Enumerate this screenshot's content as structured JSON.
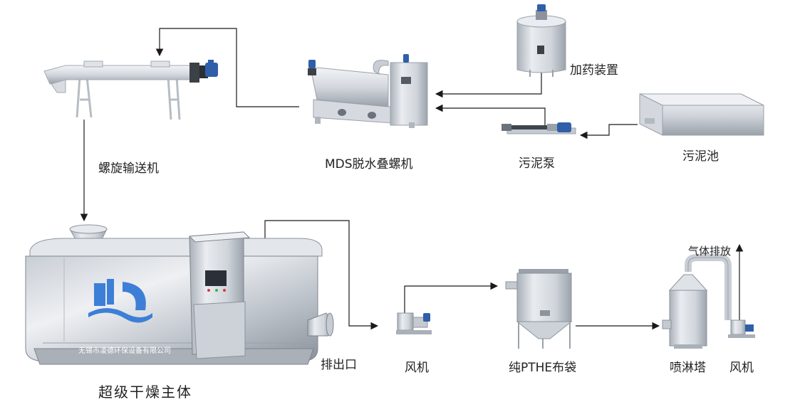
{
  "labels": {
    "dosing_device": "加药装置",
    "sludge_tank": "污泥池",
    "sludge_pump": "污泥泵",
    "mds_dewatering": "MDS脱水叠螺机",
    "screw_conveyor": "螺旋输送机",
    "dryer_main_body": "超级干燥主体",
    "discharge_port": "排出口",
    "fan_1": "风机",
    "bag_filter": "纯PTHE布袋",
    "spray_tower": "喷淋塔",
    "fan_2": "风机",
    "gas_exhaust": "气体排放"
  },
  "machine_text": {
    "company_name": "无锡市凌德环保设备有限公司"
  },
  "colors": {
    "steel_light": "#e6e9ee",
    "steel_mid": "#c4c9d0",
    "steel_dark": "#8c939c",
    "motor_blue": "#2f5fa8",
    "logo_blue": "#3d7fd6",
    "arrow": "#1a1a1a"
  }
}
